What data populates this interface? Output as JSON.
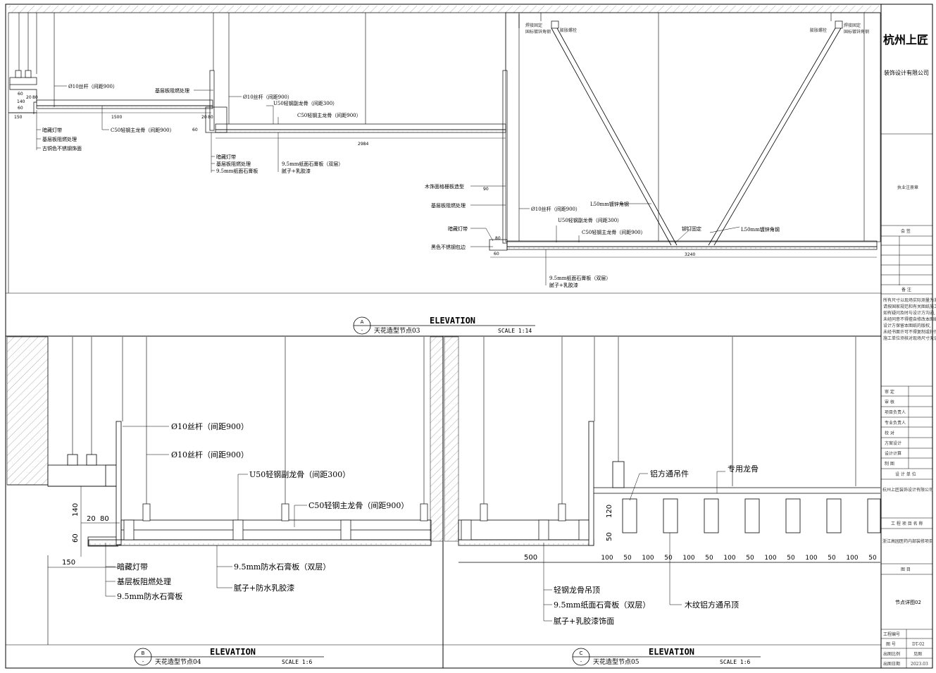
{
  "title_block": {
    "company_main": "杭州上匠",
    "company_sub": "装饰设计有限公司",
    "license": "执业注册章",
    "seal": "会 签",
    "remarks_title": "备 注",
    "remarks_text": [
      "所有尺寸以现场实际测量为准,",
      "请按国家规范和有关图纸施工,",
      "如有疑问及时与设计方沟通,",
      "未经同意不得擅自修改本图纸,",
      "设计方保留本图纸的版权,",
      "未经书面许可不得复制或转作他用,",
      "施工单位须核对现场尺寸无误后方可施工。"
    ],
    "roles": [
      "审 定",
      "审 核",
      "项目负责人",
      "专业负责人",
      "校 对",
      "方案设计",
      "设计计算",
      "制 图"
    ],
    "design_unit_label": "设 计 单 位",
    "design_unit": "杭州上匠装饰设计有限公司",
    "project_label": "工 程 项 目 名 称",
    "project": "浙江高园医药内部装修项目",
    "drawing_label": "图 目",
    "drawing_name": "节点详图02",
    "project_no_label": "工程编号",
    "sheet_no_label": "图 号",
    "sheet_no": "DT-02",
    "scale_label": "出图比例",
    "scale": "见图",
    "date_label": "出图日期",
    "date": "2023.03"
  },
  "detail_a": {
    "tag": "A",
    "tag_sub": "-",
    "heading": "ELEVATION",
    "name": "天花造型节点03",
    "scale": "SCALE 1:14",
    "labels": {
      "rod1": "Ø10丝杆（间距900）",
      "fire1": "基层板阻燃处理",
      "rod2": "Ø10丝杆（间距900）",
      "u50": "U50轻钢副龙骨（间距300）",
      "c50a": "C50轻钢主龙骨（间距900）",
      "c50b": "C50轻钢主龙骨（间距900）",
      "led1": "暗藏灯带",
      "fire2": "基层板阻燃处理",
      "brass": "古铜色不锈钢饰面",
      "led2": "暗藏灯带",
      "fire3": "基层板阻燃处理",
      "gyp1": "9.5mm纸面石膏板",
      "gyp2": "9.5mm纸面石膏板（双层）",
      "paint1": "腻子+乳胶漆",
      "wood": "木饰面格栅板造型",
      "fire4": "基层板阻燃处理",
      "led3": "暗藏灯带",
      "black": "黑色不锈钢包边",
      "rod3": "Ø10丝杆（间距900）",
      "angle1": "L50mm镀锌角钢",
      "u50b": "U50轻钢副龙骨（间距300）",
      "c50c": "C50轻钢主龙骨（间距900）",
      "rivet": "铆钉固定",
      "angle2": "L50mm镀锌角钢",
      "gyp3": "9.5mm纸面石膏板（双层）",
      "paint2": "腻子+乳胶漆",
      "weld1": "焊接固定",
      "weld1b": "国标镀锌角钢",
      "bolt1": "膨胀螺栓",
      "weld2": "焊接固定",
      "weld2b": "国标镀锌角钢",
      "bolt2": "膨胀螺栓"
    },
    "dims": {
      "d150": "150",
      "d20": "20",
      "d80": "80",
      "d1500": "1500",
      "d60a": "60",
      "d20b": "20",
      "d80b": "80",
      "d60b": "60",
      "d2984": "2984",
      "d60c": "60",
      "d80c": "80",
      "d3240": "3240",
      "d60d": "60",
      "d140": "140",
      "d60e": "60",
      "d90": "90"
    }
  },
  "detail_b": {
    "tag": "B",
    "tag_sub": "-",
    "heading": "ELEVATION",
    "name": "天花造型节点04",
    "scale": "SCALE 1:6",
    "labels": {
      "rod1": "Ø10丝杆（间距900）",
      "rod2": "Ø10丝杆（间距900）",
      "u50": "U50轻钢副龙骨（间距300）",
      "c50": "C50轻钢主龙骨（间距900）",
      "led": "暗藏灯带",
      "fire": "基层板阻燃处理",
      "wgyp1": "9.5mm防水石膏板",
      "wgyp2": "9.5mm防水石膏板（双层）",
      "wpaint": "腻子+防水乳胶漆"
    },
    "dims": {
      "d140": "140",
      "d20": "20",
      "d80": "80",
      "d60": "60",
      "d150": "150"
    }
  },
  "detail_c": {
    "tag": "C",
    "tag_sub": "-",
    "heading": "ELEVATION",
    "name": "天花造型节点05",
    "scale": "SCALE 1:6",
    "labels": {
      "hanger": "铝方通吊件",
      "keel": "专用龙骨",
      "keel_ceiling": "轻钢龙骨吊顶",
      "gyp": "9.5mm纸面石膏板（双层）",
      "paint": "腻子+乳胶漆饰面",
      "alu": "木纹铝方通吊顶"
    },
    "dims": {
      "d500": "500",
      "d120": "120",
      "d50v": "50",
      "seq": [
        "100",
        "50",
        "100",
        "50",
        "100",
        "50",
        "100",
        "50",
        "100",
        "50",
        "100",
        "50",
        "100",
        "50"
      ]
    }
  }
}
